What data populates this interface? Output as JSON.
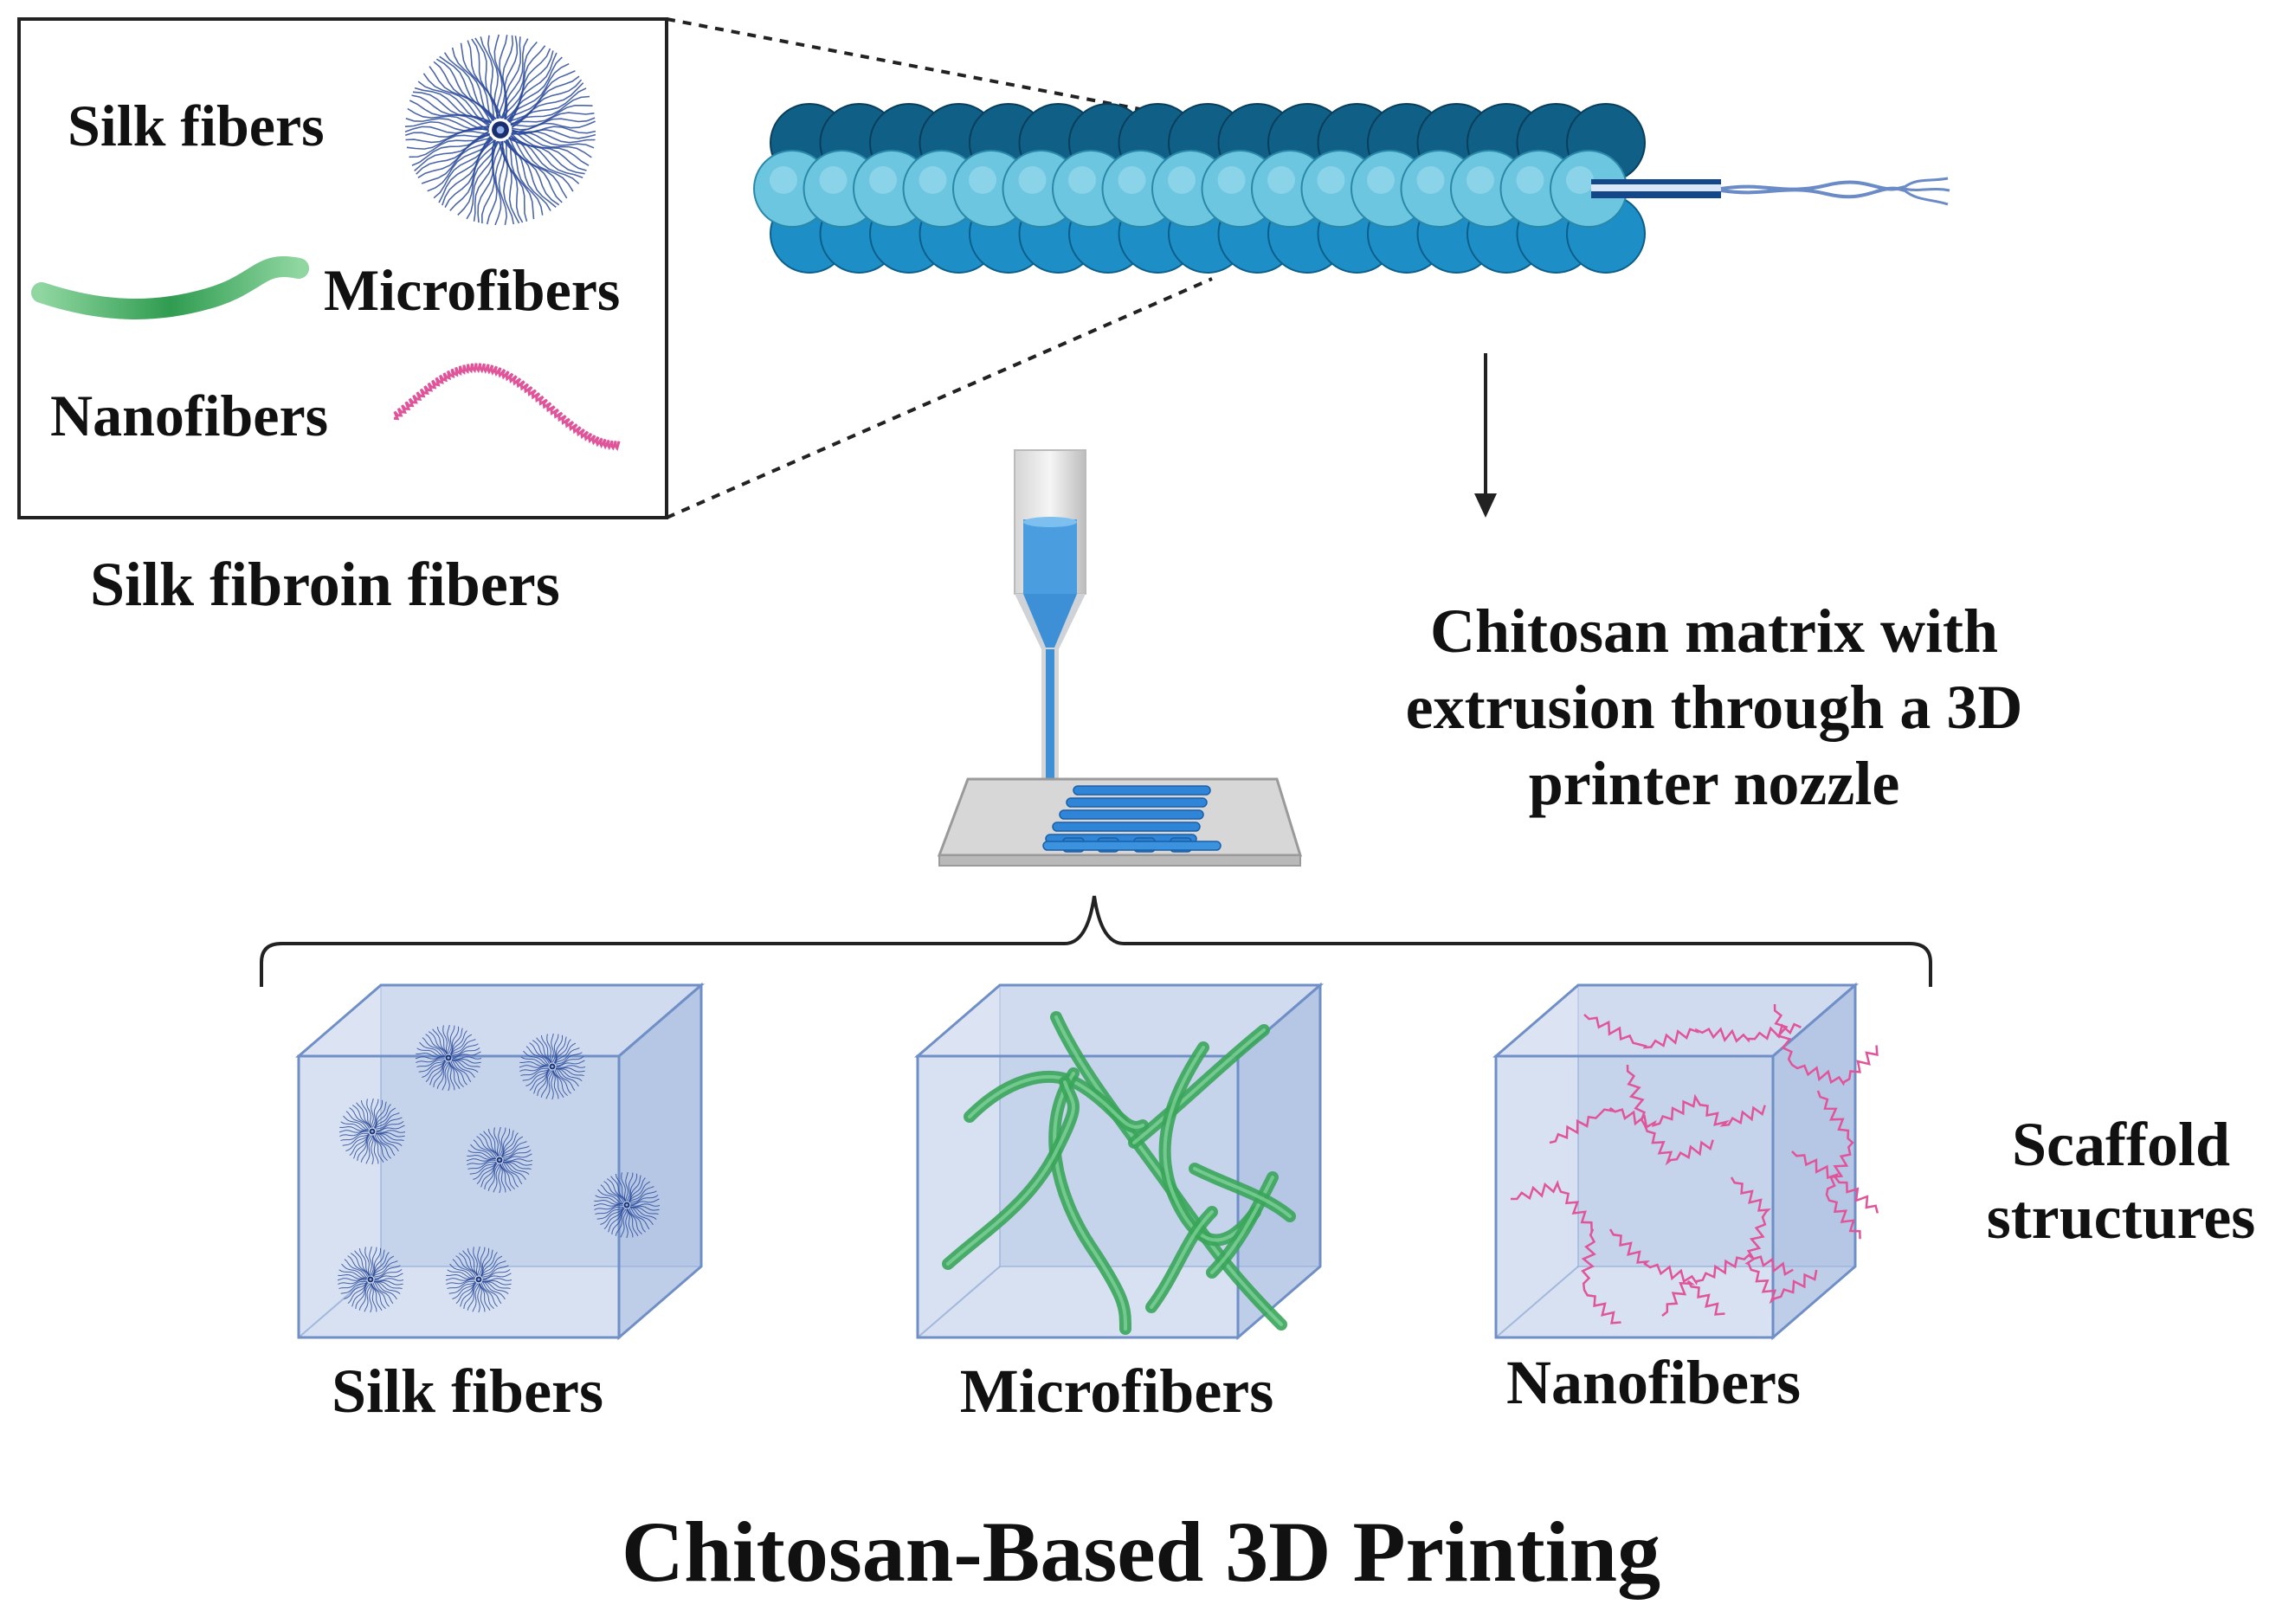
{
  "legend": {
    "silk_fibers": "Silk fibers",
    "microfibers": "Microfibers",
    "nanofibers": "Nanofibers",
    "caption": "Silk fibroin fibers"
  },
  "process": {
    "line1": "Chitosan matrix with",
    "line2": "extrusion through a 3D",
    "line3": "printer nozzle"
  },
  "scaffolds": {
    "silk_label": "Silk fibers",
    "micro_label": "Microfibers",
    "nano_label": "Nanofibers",
    "side_label_line1": "Scaffold",
    "side_label_line2": "structures"
  },
  "title": "Chitosan-Based 3D Printing",
  "colors": {
    "silk_blue": "#2b4a9a",
    "micro_green": "#3aa55a",
    "nano_pink": "#e0559a",
    "cube_fill": "#b7c9e6",
    "cube_edge": "#6f8fc6",
    "bead_dark": "#0f5f86",
    "bead_light": "#6cc6e0",
    "bead_mid": "#1d8fc6",
    "ink_blue": "#3d8fd6"
  }
}
